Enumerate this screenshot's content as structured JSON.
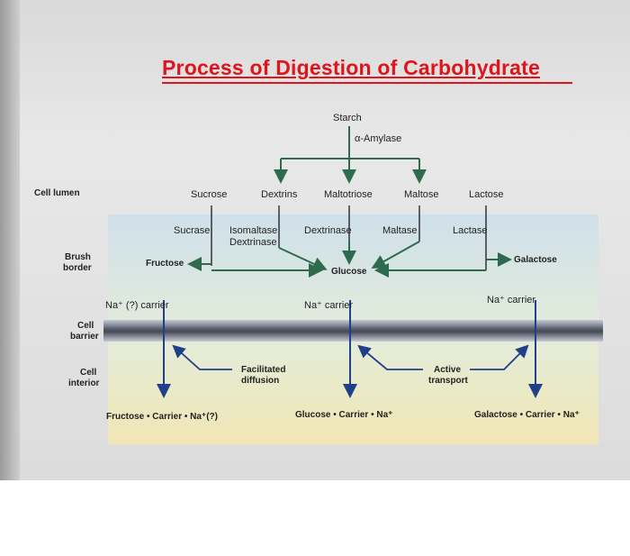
{
  "title": "Process of Digestion of Carbohydrate",
  "regions": {
    "cell_lumen": "Cell lumen",
    "brush_border": [
      "Brush",
      "border"
    ],
    "cell_barrier": [
      "Cell",
      "barrier"
    ],
    "cell_interior": [
      "Cell",
      "interior"
    ]
  },
  "substrates": {
    "starch": "Starch",
    "alpha_amylase": "α-Amylase",
    "sucrose": "Sucrose",
    "dextrins": "Dextrins",
    "maltotriose": "Maltotriose",
    "maltose": "Maltose",
    "lactose": "Lactose"
  },
  "enzymes": {
    "sucrase": "Sucrase",
    "isomaltase": "Isomaltase",
    "dextrinase": "Dextrinase",
    "dextrinase2": "Dextrinase",
    "maltase": "Maltase",
    "lactase": "Lactase"
  },
  "products": {
    "fructose": "Fructose",
    "glucose": "Glucose",
    "galactose": "Galactose"
  },
  "carriers": {
    "fructose_carrier": "Na⁺ (?) carrier",
    "glucose_carrier": "Na⁺ carrier",
    "galactose_carrier": "Na⁺ carrier"
  },
  "transport": {
    "facilitated": [
      "Facilitated",
      "diffusion"
    ],
    "active": [
      "Active",
      "transport"
    ]
  },
  "outputs": {
    "fructose_out": "Fructose  •  Carrier  •  Na⁺(?)",
    "glucose_out": "Glucose  •  Carrier  •  Na⁺",
    "galactose_out": "Galactose  •  Carrier  •  Na⁺"
  },
  "colors": {
    "title": "#e0141b",
    "arrow_green": "#2e6b4e",
    "arrow_blue": "#1f3f8a",
    "membrane": "#4e5663"
  }
}
